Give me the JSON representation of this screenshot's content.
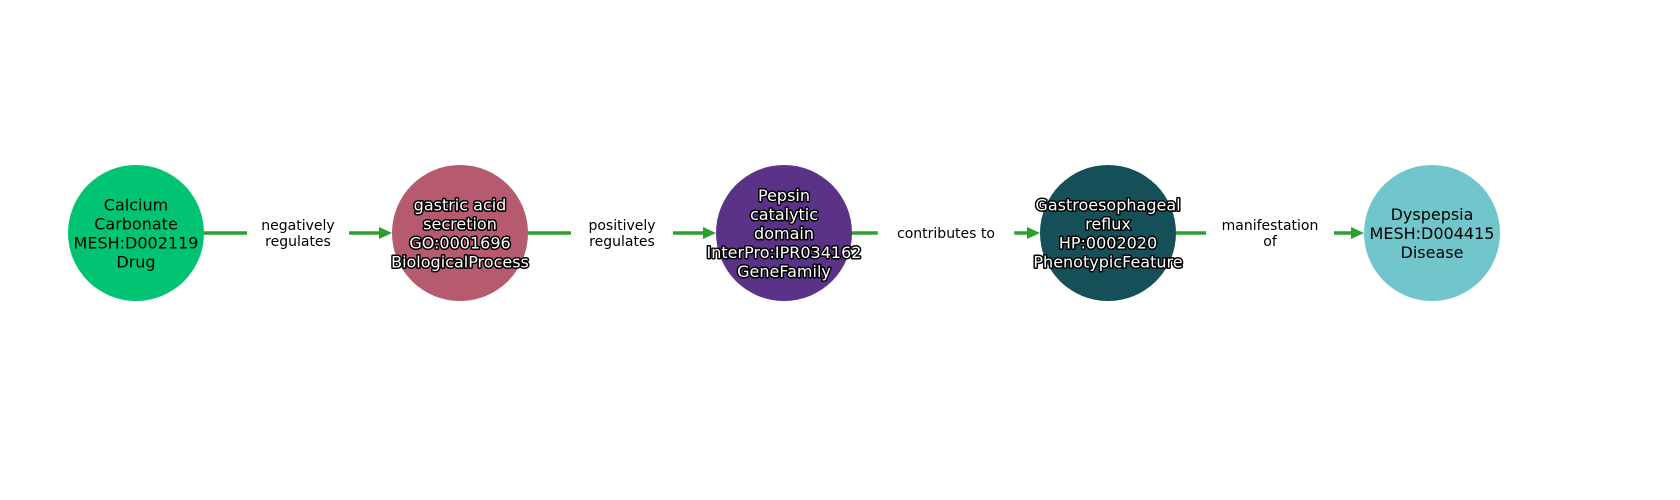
{
  "edge_color": "#2ca02c",
  "nodes": [
    {
      "lines": [
        "Calcium",
        "Carbonate",
        "MESH:D002119",
        "Drug"
      ],
      "color": "#00c472",
      "style": "light"
    },
    {
      "lines": [
        "gastric acid",
        "secretion",
        "GO:0001696",
        "BiologicalProcess"
      ],
      "color": "#b65a6f",
      "style": "dark"
    },
    {
      "lines": [
        "Pepsin",
        "catalytic",
        "domain",
        "InterPro:IPR034162",
        "GeneFamily"
      ],
      "color": "#5a3388",
      "style": "dark"
    },
    {
      "lines": [
        "Gastroesophageal",
        "reflux",
        "HP:0002020",
        "PhenotypicFeature"
      ],
      "color": "#154f57",
      "style": "dark"
    },
    {
      "lines": [
        "Dyspepsia",
        "MESH:D004415",
        "Disease"
      ],
      "color": "#70c6cb",
      "style": "light"
    }
  ],
  "edges": [
    {
      "from": 0,
      "to": 1,
      "lines": [
        "negatively",
        "regulates"
      ]
    },
    {
      "from": 1,
      "to": 2,
      "lines": [
        "positively",
        "regulates"
      ]
    },
    {
      "from": 2,
      "to": 3,
      "lines": [
        "contributes to"
      ]
    },
    {
      "from": 3,
      "to": 4,
      "lines": [
        "manifestation",
        "of"
      ]
    }
  ]
}
